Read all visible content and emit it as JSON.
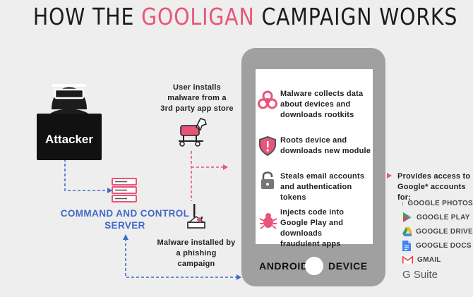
{
  "title": {
    "part1": "HOW THE ",
    "highlight": "GOOLIGAN",
    "part2": " CAMPAIGN WORKS"
  },
  "colors": {
    "accent": "#e8557a",
    "blue": "#3f69c6",
    "dark": "#1c1c1c",
    "phone": "#a0a0a0"
  },
  "attacker": {
    "label": "Attacker"
  },
  "cc_server": {
    "line1": "COMMAND AND CONTROL",
    "line2": "SERVER"
  },
  "user_installs": {
    "line1": "User installs",
    "line2": "malware from a",
    "line3": "3rd party app store"
  },
  "phishing": {
    "line1": "Malware installed by",
    "line2": "a phishing campaign"
  },
  "phone": {
    "label_left": "ANDROID",
    "label_right": "DEVICE"
  },
  "steps": [
    {
      "line1": "Malware collects data",
      "line2": "about devices and",
      "line3": "downloads rootkits",
      "icon": "biohazard-icon"
    },
    {
      "line1": "Roots device and",
      "line2": "downloads new module",
      "icon": "shield-icon"
    },
    {
      "line1": "Steals email accounts",
      "line2": "and authentication tokens",
      "icon": "padlock-icon"
    },
    {
      "line1": "Injects code into",
      "line2": "Google Play and downloads",
      "line3": "fraudulent apps",
      "icon": "bug-icon"
    }
  ],
  "provides": {
    "line1": "Provides access to",
    "line2": "Google* accounts for:"
  },
  "services": [
    {
      "name": "GOOGLE PHOTOS",
      "icon": "google-photos-icon"
    },
    {
      "name": "GOOGLE PLAY",
      "icon": "google-play-icon"
    },
    {
      "name": "GOOGLE DRIVE",
      "icon": "google-drive-icon"
    },
    {
      "name": "GOOGLE DOCS",
      "icon": "google-docs-icon"
    },
    {
      "name": "GMAIL",
      "icon": "gmail-icon"
    },
    {
      "name": "G Suite",
      "icon": "gsuite-logo"
    }
  ]
}
